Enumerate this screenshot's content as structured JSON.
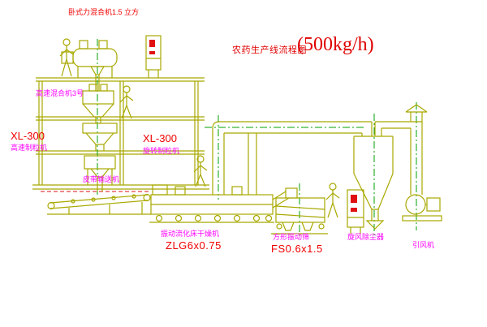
{
  "title": {
    "main": "农药生产线流程图",
    "capacity": "(500kg/h)"
  },
  "labels": {
    "horizontal_mixer": "卧式力混合机1.5 立方",
    "high_speed_mixer": "高速混合机3号",
    "granulator_left_model": "XL-300",
    "granulator_left_name": "高速制粒机",
    "granulator_center_model": "XL-300",
    "granulator_center_name": "旋转制粒机",
    "belt_conveyor": "皮带输送机",
    "fluid_bed_name": "振动流化床干燥机",
    "fluid_bed_model": "ZLG6x0.75",
    "sieve_name": "方形振动筛",
    "sieve_model": "FS0.6x1.5",
    "cyclone": "旋风除尘器",
    "fan": "引风机"
  },
  "colors": {
    "background": "#FFFFFF",
    "drawing_line": "#A8A800",
    "centerline_green": "#00A000",
    "label_magenta": "#FF00FF",
    "label_red": "#F00000"
  }
}
